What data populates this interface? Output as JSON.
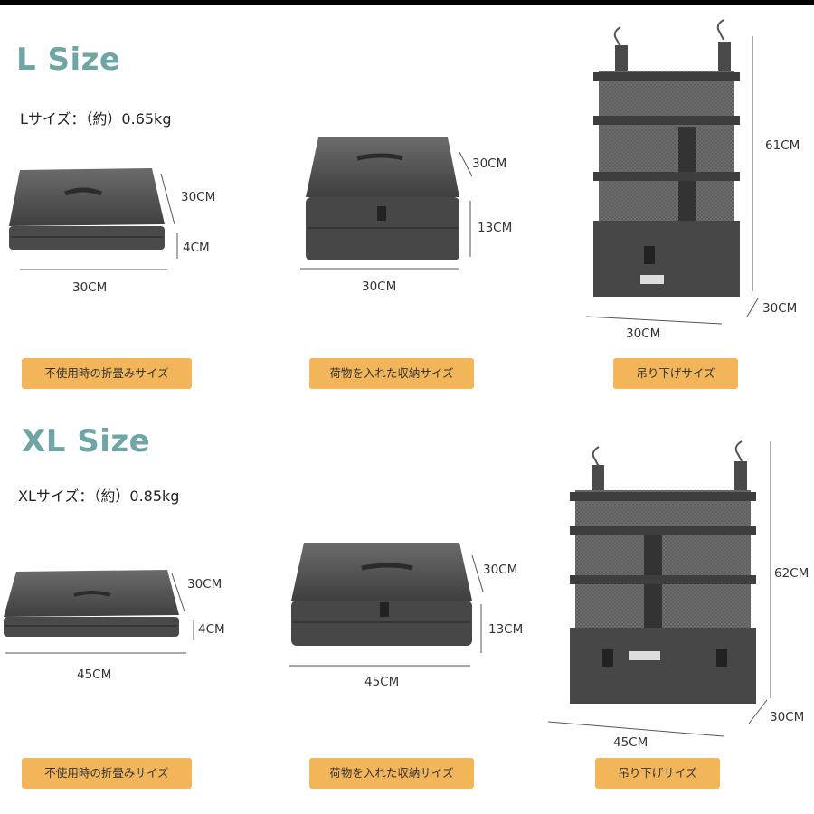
{
  "l_size": {
    "heading": "L Size",
    "weight": "Lサイズ：（約）0.65kg",
    "folded": {
      "depth": "30CM",
      "height": "4CM",
      "width": "30CM",
      "label": "不使用時の折畳みサイズ"
    },
    "packed": {
      "depth": "30CM",
      "height": "13CM",
      "width": "30CM",
      "label": "荷物を入れた収納サイズ"
    },
    "hanging": {
      "height": "61CM",
      "depth": "30CM",
      "width": "30CM",
      "label": "吊り下げサイズ"
    }
  },
  "xl_size": {
    "heading": "XL Size",
    "weight": "XLサイズ：（約）0.85kg",
    "folded": {
      "depth": "30CM",
      "height": "4CM",
      "width": "45CM",
      "label": "不使用時の折畳みサイズ"
    },
    "packed": {
      "depth": "30CM",
      "height": "13CM",
      "width": "45CM",
      "label": "荷物を入れた収納サイズ"
    },
    "hanging": {
      "height": "62CM",
      "depth": "30CM",
      "width": "45CM",
      "label": "吊り下げサイズ"
    }
  },
  "colors": {
    "heading": "#6fa5a4",
    "badge": "#f2b55a",
    "product": "#555555"
  }
}
